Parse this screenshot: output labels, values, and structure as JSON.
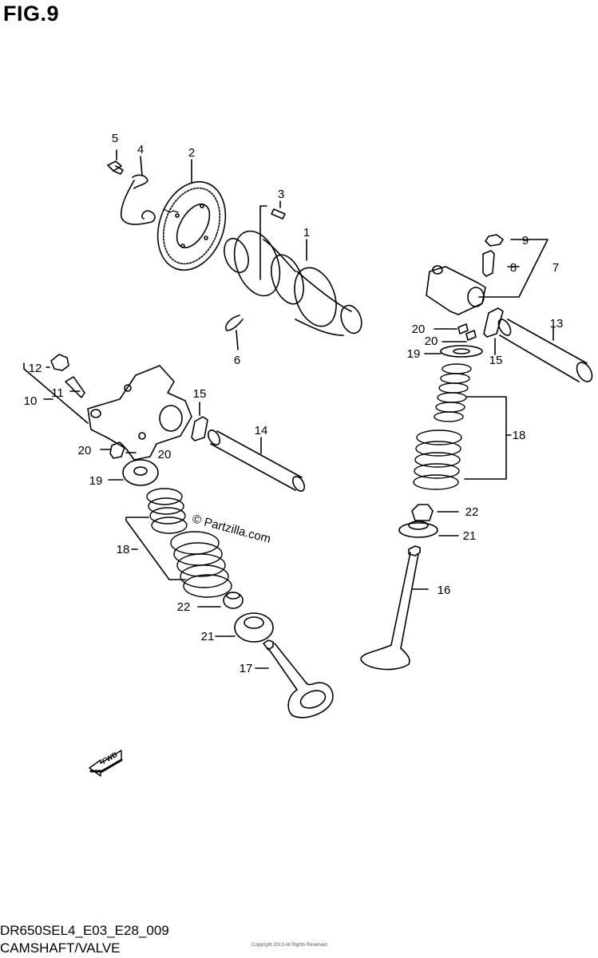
{
  "figure": {
    "title": "FIG.9"
  },
  "watermark": "© Partzilla.com",
  "fwd_label": "FWD",
  "footer": {
    "code": "DR650SEL4_E03_E28_009",
    "subtitle": "CAMSHAFT/VALVE",
    "mark": "Copyright 2013 All Rights Reserved"
  },
  "callouts": {
    "c1": "1",
    "c2": "2",
    "c3": "3",
    "c4": "4",
    "c5": "5",
    "c6": "6",
    "c7": "7",
    "c8": "8",
    "c9": "9",
    "c10": "10",
    "c11": "11",
    "c12": "12",
    "c13": "13",
    "c14": "14",
    "c15a": "15",
    "c15b": "15",
    "c16": "16",
    "c17": "17",
    "c18a": "18",
    "c18b": "18",
    "c19a": "19",
    "c19b": "19",
    "c20a": "20",
    "c20b": "20",
    "c20c": "20",
    "c20d": "20",
    "c21a": "21",
    "c21b": "21",
    "c22a": "22",
    "c22b": "22"
  }
}
